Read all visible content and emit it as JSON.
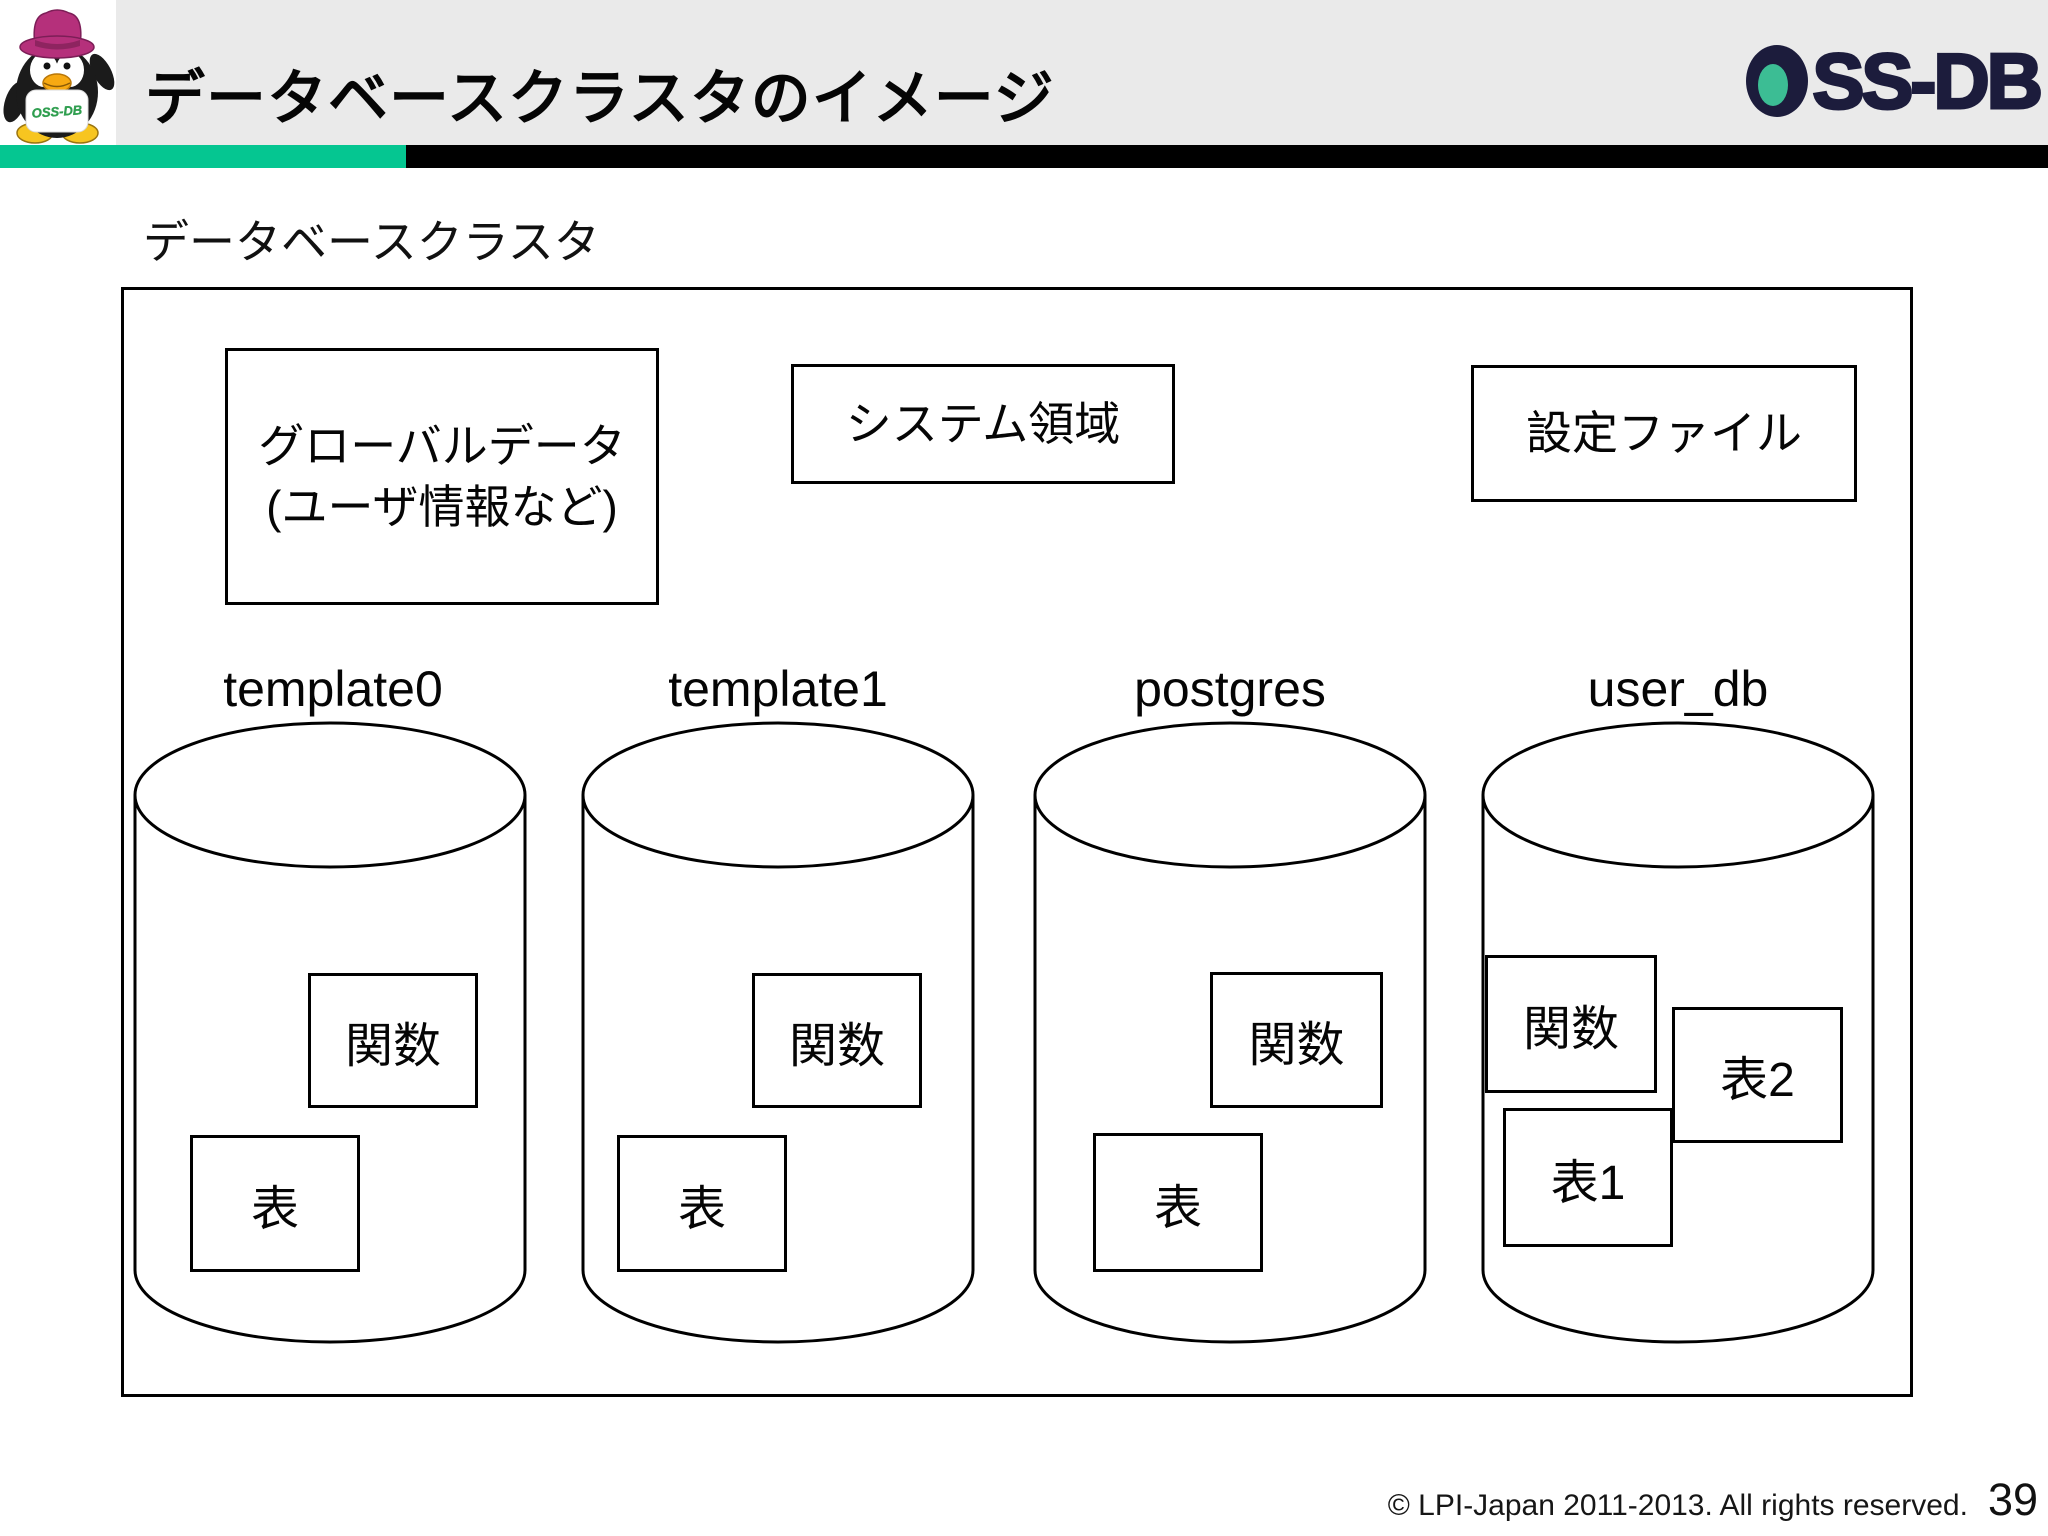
{
  "header": {
    "title": "データベースクラスタのイメージ",
    "brand": "OSS-DB",
    "brand_rest": "SS-DB",
    "mascot_shirt_text": "OSS-DB"
  },
  "colors": {
    "accent_green": "#05C691",
    "bar_black": "#000000",
    "header_gray": "#EAEAEA",
    "logo_navy": "#1C1C3C",
    "logo_teal": "#3CBD94"
  },
  "diagram": {
    "cluster_label": "データベースクラスタ",
    "global_box": {
      "line1": "グローバルデータ",
      "line2": "(ユーザ情報など)"
    },
    "system_box_label": "システム領域",
    "config_box_label": "設定ファイル",
    "databases": [
      {
        "name": "template0",
        "function_label": "関数",
        "table_label": "表"
      },
      {
        "name": "template1",
        "function_label": "関数",
        "table_label": "表"
      },
      {
        "name": "postgres",
        "function_label": "関数",
        "table_label": "表"
      },
      {
        "name": "user_db",
        "function_label": "関数",
        "table1_label": "表1",
        "table2_label": "表2"
      }
    ]
  },
  "footer": {
    "copyright": "© LPI-Japan 2011-2013. All rights reserved.",
    "page_number": "39"
  }
}
